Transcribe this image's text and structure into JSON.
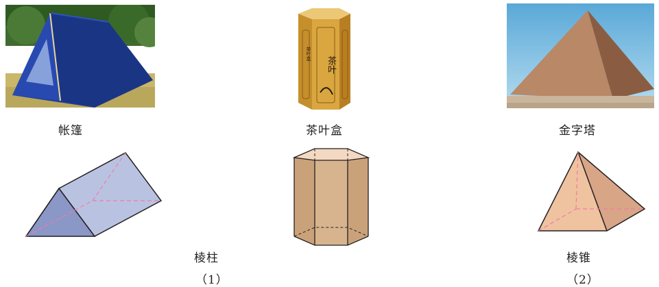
{
  "captions": {
    "tent": "帐篷",
    "tea_box": "茶叶盒",
    "pyramid": "金字塔",
    "prism": "棱柱",
    "pyramid_solid": "棱锥",
    "figure_1": "（1）",
    "figure_2": "（2）"
  },
  "tea_box_text": {
    "brand": "茶叶",
    "small": "茶叶盒"
  },
  "colors": {
    "tent_blue": "#1f3e9c",
    "tea_box_gold": "#d9a640",
    "pyramid_sand": "#a8755a",
    "sky": "#6fb6df",
    "prism_blue": "#b9c3e1",
    "hex_tan": "#caa27a",
    "pyramid_peach": "#efc2a0",
    "hidden_edge": "#f07ca8"
  }
}
